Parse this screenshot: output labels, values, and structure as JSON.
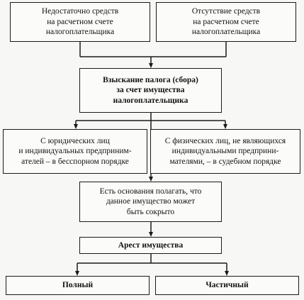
{
  "boxes": {
    "insufficient_funds": "Недостаточно средств\nна расчетном счете\nналогоплательщика",
    "no_funds": "Отсутствие средств\nна расчетном счете\nналогоплательщика",
    "tax_collection": "Взыскание палога (сбора)\nза счет имущества\nналогоплательщика",
    "legal_entities": "С юридических лиц\nи индивидуальных предприним-\nателей – в бесспорном порядке",
    "individuals": "С физических лиц, не являющихся\nиндивидуальными предприни-\nмателями, – в судебном порядке",
    "concealment_grounds": "Есть основания полагать, что\nданное имущество может\nбыть сокрыто",
    "property_arrest": "Арест имущества",
    "full": "Полный",
    "partial": "Частичный"
  }
}
